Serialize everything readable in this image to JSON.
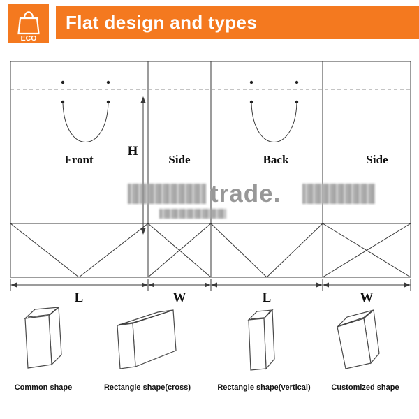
{
  "header": {
    "title": "Flat design and types",
    "logo": {
      "text": "ECO",
      "icon": "shopping-bag-icon"
    },
    "accent_color": "#F4791F",
    "text_color": "#FFFFFF"
  },
  "diagram": {
    "panels": [
      {
        "label": "Front"
      },
      {
        "label": "Side"
      },
      {
        "label": "Back"
      },
      {
        "label": "Side"
      }
    ],
    "height_label": "H",
    "dimension_labels": [
      "L",
      "W",
      "L",
      "W"
    ],
    "watermark_text": "trade.",
    "line_color": "#3a3a3a"
  },
  "shapes": [
    {
      "label": "Common shape"
    },
    {
      "label": "Rectangle shape(cross)"
    },
    {
      "label": "Rectangle shape(vertical)"
    },
    {
      "label": "Customized shape"
    }
  ]
}
